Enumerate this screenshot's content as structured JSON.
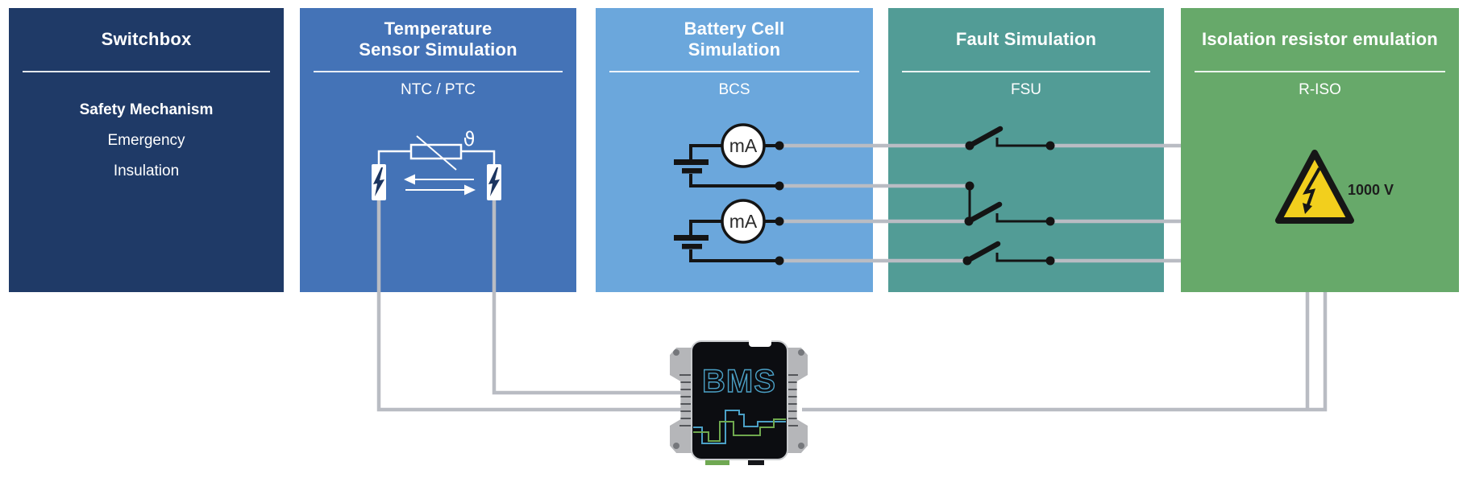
{
  "panels": [
    {
      "title": "Switchbox",
      "items": [
        "Safety Mechanism",
        "Emergency",
        "Insulation"
      ],
      "color": "#1F3A67"
    },
    {
      "title_lines": [
        "Temperature",
        "Sensor Simulation"
      ],
      "subtitle": "NTC / PTC",
      "theta_symbol": "ϑ",
      "color": "#4473B7"
    },
    {
      "title_lines": [
        "Battery Cell",
        "Simulation"
      ],
      "subtitle": "BCS",
      "meter_label": "mA",
      "color": "#6BA7DC"
    },
    {
      "title": "Fault Simulation",
      "subtitle": "FSU",
      "color": "#529C96"
    },
    {
      "title": "Isolation resistor emulation",
      "subtitle": "R-ISO",
      "warning_label": "1000 V",
      "color": "#67A96A"
    }
  ],
  "device": {
    "logo": "BMS"
  },
  "colors": {
    "connector_gray": "#B9BCC3",
    "circuit_black": "#141414",
    "circuit_white": "#FFFFFF",
    "warning_yellow": "#F2CF1D",
    "bolt_navy": "#1C3560",
    "logo_blue": "#4BA0C6",
    "trace_green": "#6FA84E"
  }
}
